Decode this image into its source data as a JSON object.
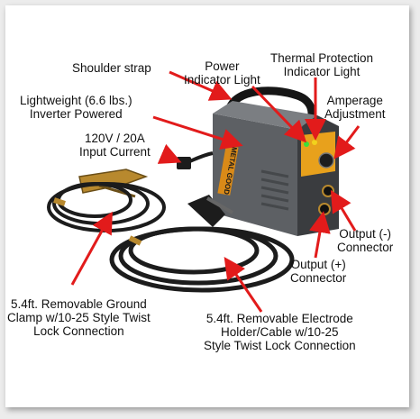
{
  "callouts": {
    "shoulder_strap": "Shoulder strap",
    "power_light": [
      "Power",
      "Indicator Light"
    ],
    "thermal_light": [
      "Thermal Protection",
      "Indicator Light"
    ],
    "weight": [
      "Lightweight (6.6 lbs.)",
      "Inverter Powered"
    ],
    "amperage": [
      "Amperage",
      "Adjustment"
    ],
    "input": [
      "120V / 20A",
      "Input Current"
    ],
    "output_neg": [
      "Output (-)",
      "Connector"
    ],
    "output_pos": [
      "Output (+)",
      "Connector"
    ],
    "ground_clamp": [
      "5.4ft. Removable Ground",
      "Clamp w/10-25 Style Twist",
      "Lock Connection"
    ],
    "electrode_holder": [
      "5.4ft. Removable Electrode",
      "Holder/Cable w/10-25",
      "Style Twist Lock Connection"
    ]
  },
  "device": {
    "brand": "METAL GOOD"
  },
  "colors": {
    "arrow": "#e21b1b",
    "body": "#5d6064",
    "face": "#e8a11c",
    "cable": "#1c1c1c",
    "clamp": "#b8892e"
  }
}
